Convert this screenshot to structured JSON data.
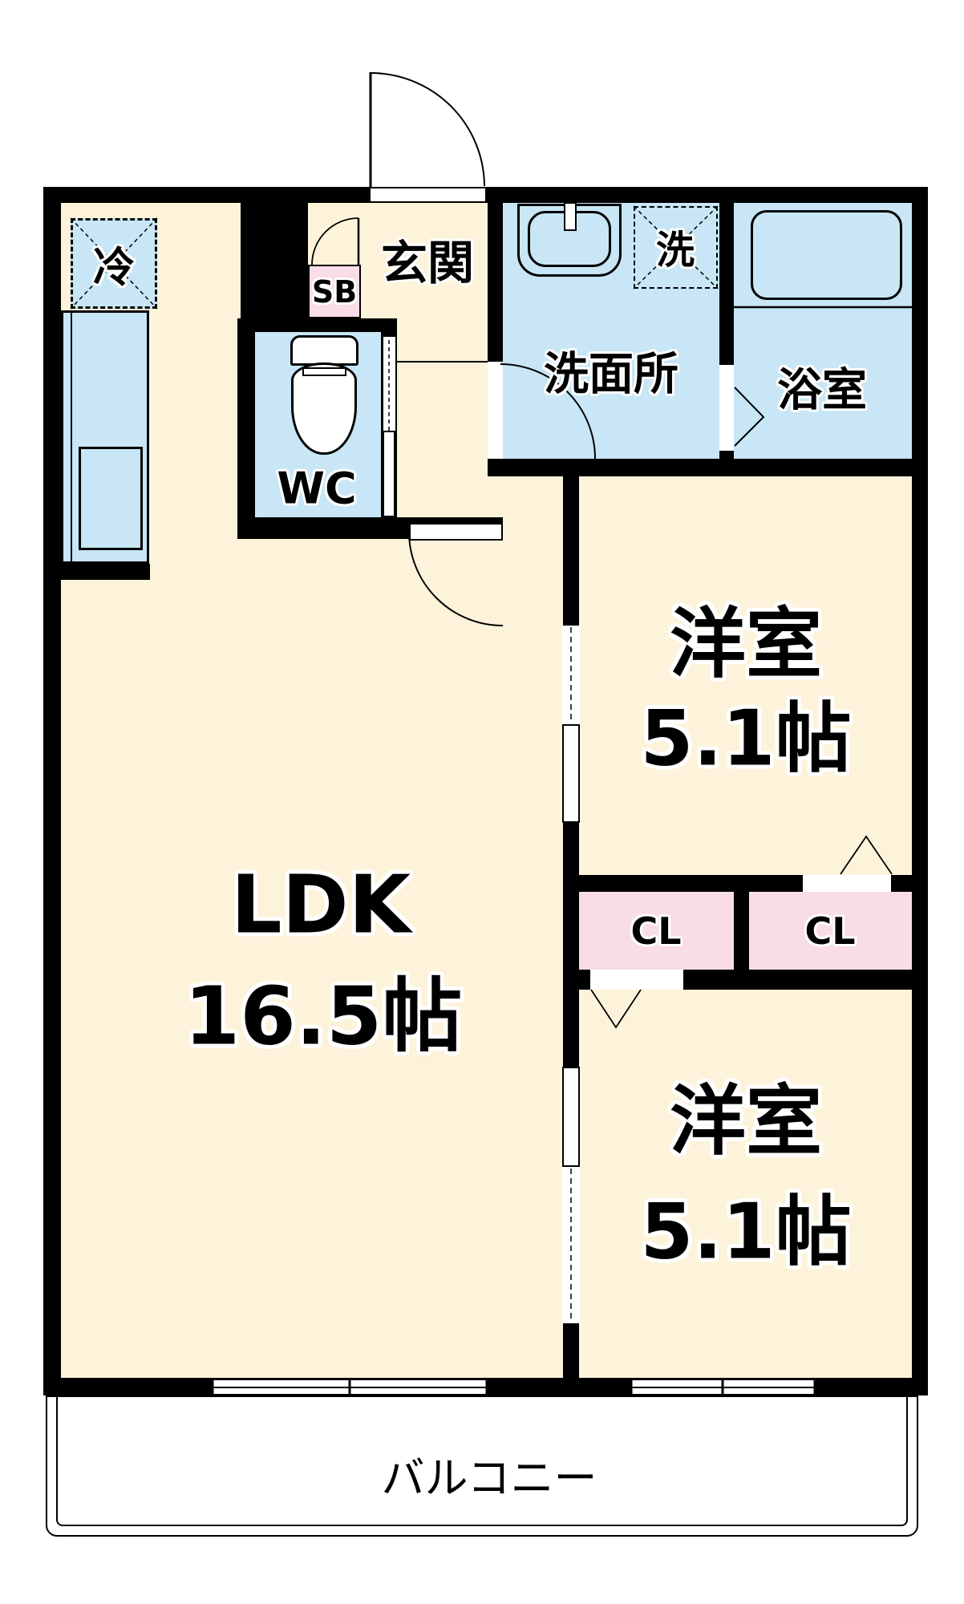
{
  "plan": {
    "rooms": {
      "ldk": {
        "name": "LDK",
        "size": "16.5帖"
      },
      "bedroom_upper": {
        "name": "洋室",
        "size": "5.1帖"
      },
      "bedroom_lower": {
        "name": "洋室",
        "size": "5.1帖"
      },
      "entrance": {
        "name": "玄関"
      },
      "washroom": {
        "name": "洗面所"
      },
      "bathroom": {
        "name": "浴室"
      },
      "toilet": {
        "name": "WC"
      },
      "balcony": {
        "name": "バルコニー"
      }
    },
    "fixtures": {
      "refrigerator_space": "冷",
      "washer_space": "洗",
      "shoe_box": "SB",
      "closet_left": "CL",
      "closet_right": "CL"
    },
    "colors": {
      "wall": "#000000",
      "floor": "#fdf3da",
      "wet_area": "#c8e6f5",
      "storage": "#f8dce8",
      "openings": "#ffffff"
    }
  }
}
